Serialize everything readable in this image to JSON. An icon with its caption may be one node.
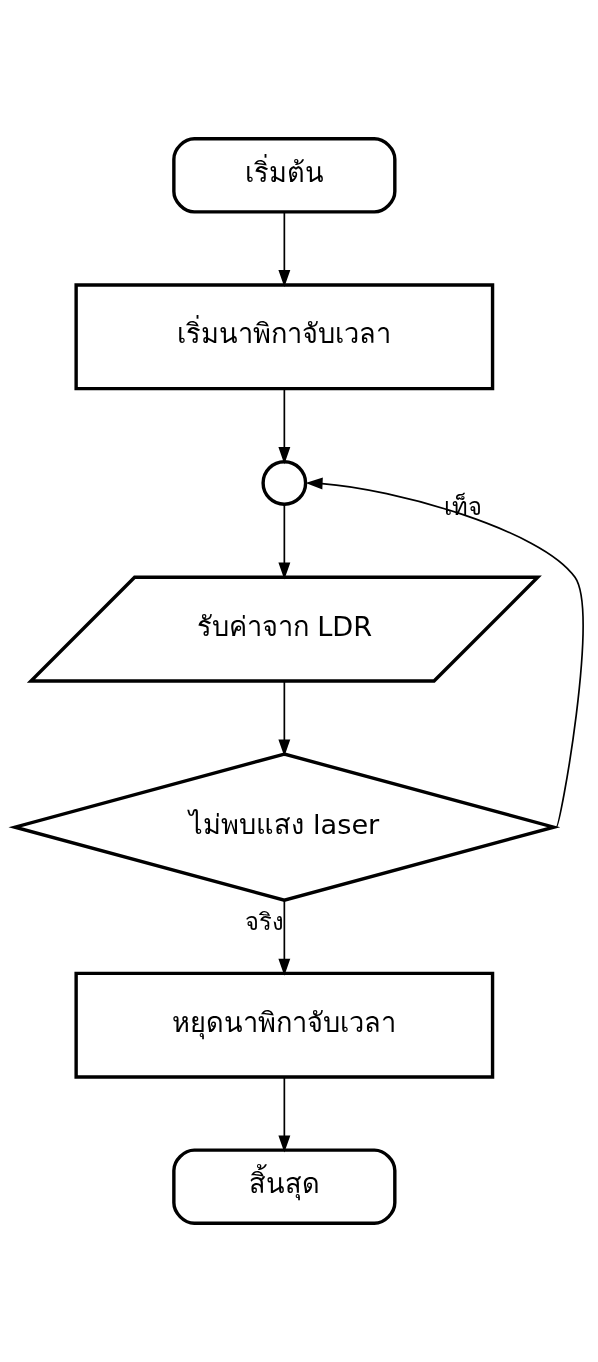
{
  "diagram": {
    "nodes": [
      {
        "text": [
          "เริ่มต้น"
        ]
      },
      {
        "text": [
          "เริ่มนาพิกาจับเวลา"
        ]
      },
      {
        "text": [],
        "shape": "circle"
      },
      {
        "text": [
          "รับค่าจาก LDR"
        ]
      },
      {
        "text": [
          "ไม่พบแสง laser"
        ]
      },
      {
        "text": [
          "หยุดนาพิกาจับเวลา"
        ]
      },
      {
        "text": [
          "สิ้นสุด"
        ]
      }
    ],
    "edges": [
      {
        "from": 0,
        "to": 1,
        "arrow": "to"
      },
      {
        "from": 1,
        "to": 2,
        "arrow": "to"
      },
      {
        "from": 2,
        "to": 3,
        "arrow": "to"
      },
      {
        "from": 3,
        "to": 4,
        "arrow": "to"
      },
      {
        "from": 4,
        "to": 2,
        "arrow": "to",
        "label": "เท็จ"
      },
      {
        "from": 4,
        "to": 5,
        "arrow": "to",
        "label": "จริง"
      },
      {
        "from": 5,
        "to": 6,
        "arrow": "to"
      }
    ]
  }
}
